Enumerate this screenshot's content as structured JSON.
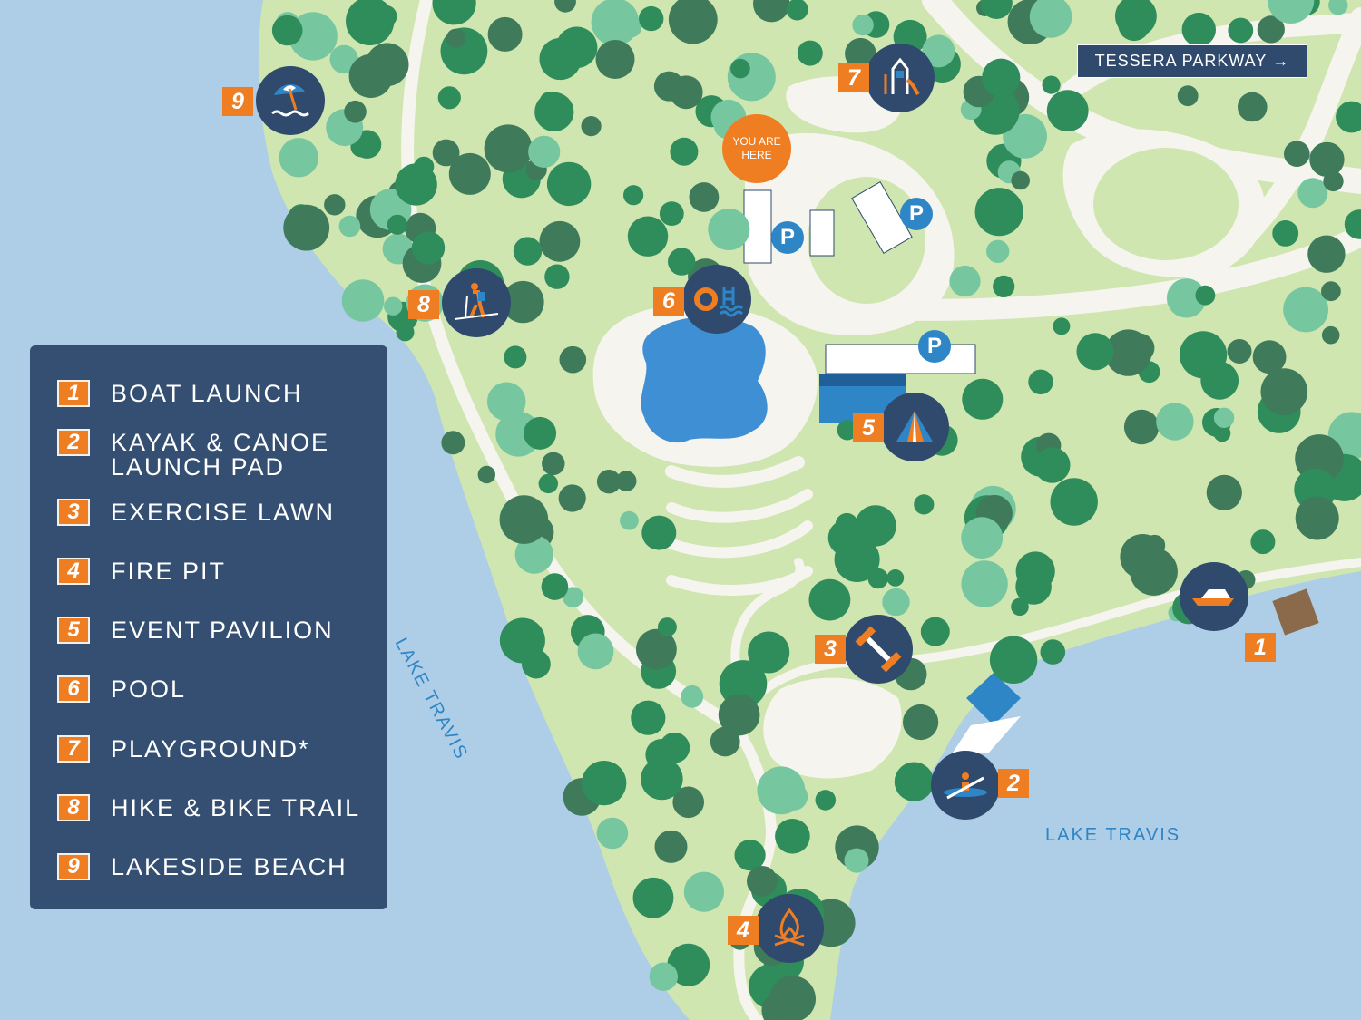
{
  "map": {
    "colors": {
      "water": "#aecde6",
      "land": "#cfe6b0",
      "path": "#f6f4ef",
      "tree_dark": "#3f7a5a",
      "tree_mid": "#2f8c5b",
      "tree_light": "#76c6a0",
      "marker": "#2f4a6d",
      "accent": "#ef7d22",
      "parking": "#2e86c6"
    },
    "road_sign": {
      "label": "TESSERA PARKWAY",
      "arrow": "→"
    },
    "you_are_here": "YOU ARE\nHERE",
    "parking_label": "P",
    "lake_labels": [
      "LAKE TRAVIS",
      "LAKE TRAVIS"
    ]
  },
  "legend": {
    "items": [
      {
        "num": "1",
        "label": "BOAT LAUNCH"
      },
      {
        "num": "2",
        "label": "KAYAK & CANOE\nLAUNCH PAD"
      },
      {
        "num": "3",
        "label": "EXERCISE LAWN"
      },
      {
        "num": "4",
        "label": "FIRE PIT"
      },
      {
        "num": "5",
        "label": "EVENT PAVILION"
      },
      {
        "num": "6",
        "label": "POOL"
      },
      {
        "num": "7",
        "label": "PLAYGROUND*"
      },
      {
        "num": "8",
        "label": "HIKE & BIKE TRAIL"
      },
      {
        "num": "9",
        "label": "LAKESIDE BEACH"
      }
    ]
  },
  "pois": [
    {
      "num": "1",
      "icon": "boat-icon"
    },
    {
      "num": "2",
      "icon": "kayak-icon"
    },
    {
      "num": "3",
      "icon": "dumbbell-icon"
    },
    {
      "num": "4",
      "icon": "campfire-icon"
    },
    {
      "num": "5",
      "icon": "tent-icon"
    },
    {
      "num": "6",
      "icon": "pool-icon"
    },
    {
      "num": "7",
      "icon": "playground-icon"
    },
    {
      "num": "8",
      "icon": "hiker-icon"
    },
    {
      "num": "9",
      "icon": "beach-umbrella-icon"
    }
  ]
}
